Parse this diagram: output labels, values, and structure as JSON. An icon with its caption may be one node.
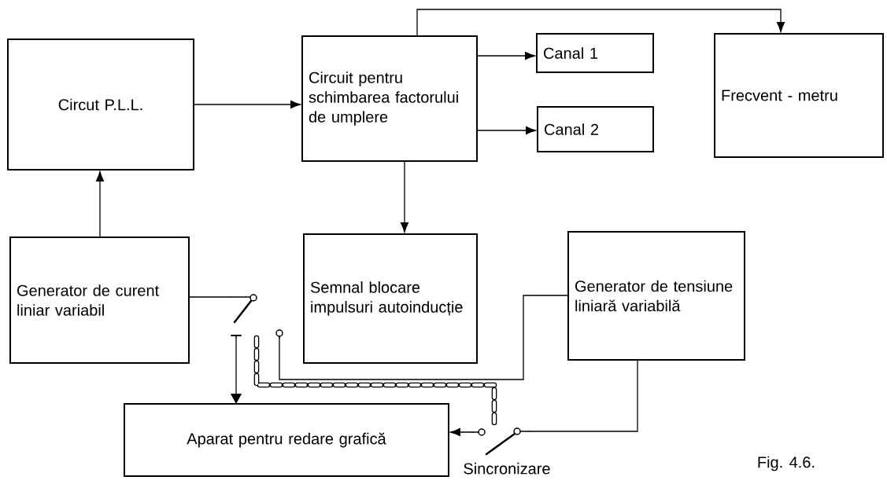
{
  "diagram": {
    "caption": "Fig. 4.6.",
    "nodes": [
      {
        "text": [
          "Circut P.L.L."
        ]
      },
      {
        "text": [
          "Circuit pentru schimbarea factorului de umplere"
        ]
      },
      {
        "text": [
          "Canal 1"
        ]
      },
      {
        "text": [
          "Canal 2"
        ]
      },
      {
        "text": [
          "Frecvent - metru"
        ]
      },
      {
        "text": [
          "Generator de curent liniar variabil"
        ]
      },
      {
        "text": [
          "Semnal blocare impulsuri autoinducție"
        ]
      },
      {
        "text": [
          "Generator de tensiune liniară variabilă"
        ]
      },
      {
        "text": [
          "Aparat pentru redare grafică"
        ]
      },
      {
        "text": [],
        "shape": "switch"
      },
      {
        "text": [],
        "shape": "switch",
        "beside": [
          "Sincronizare"
        ]
      }
    ],
    "edges": [
      {
        "from": 0,
        "to": 1,
        "arrow": "to"
      },
      {
        "from": 1,
        "to": 2,
        "arrow": "to"
      },
      {
        "from": 1,
        "to": 3,
        "arrow": "to"
      },
      {
        "from": 1,
        "to": 4,
        "arrow": "to"
      },
      {
        "from": 5,
        "to": 0,
        "arrow": "to"
      },
      {
        "from": 1,
        "to": 6,
        "arrow": "to"
      },
      {
        "from": 5,
        "to": 9,
        "arrow": "none"
      },
      {
        "from": 7,
        "to": 9,
        "arrow": "none"
      },
      {
        "from": 9,
        "to": 8,
        "arrow": "to"
      },
      {
        "from": 7,
        "to": 10,
        "arrow": "none"
      },
      {
        "from": 10,
        "to": 8,
        "arrow": "to"
      },
      {
        "from": 9,
        "to": 10,
        "arrow": "none",
        "style": "dashed"
      }
    ]
  }
}
